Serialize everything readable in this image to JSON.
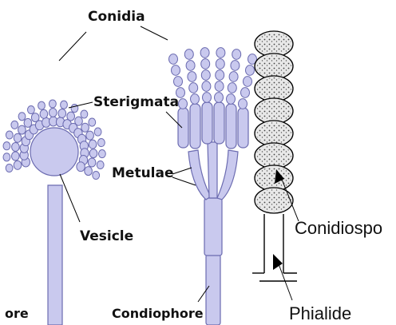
{
  "labels": {
    "conidia": "Conidia",
    "sterigmata": "Sterigmata",
    "metulae": "Metulae",
    "vesicle": "Vesicle",
    "conidiophore": "Condiophore",
    "left_cut": "ore",
    "conidiospore": "Conidiospo",
    "phialide": "Phialide"
  },
  "colors": {
    "structure_fill": "#c9c9ee",
    "structure_stroke": "#6b6bb0",
    "spore_fill": "#e8e8e8",
    "spore_dots": "#444444",
    "leader_line": "#000000"
  }
}
